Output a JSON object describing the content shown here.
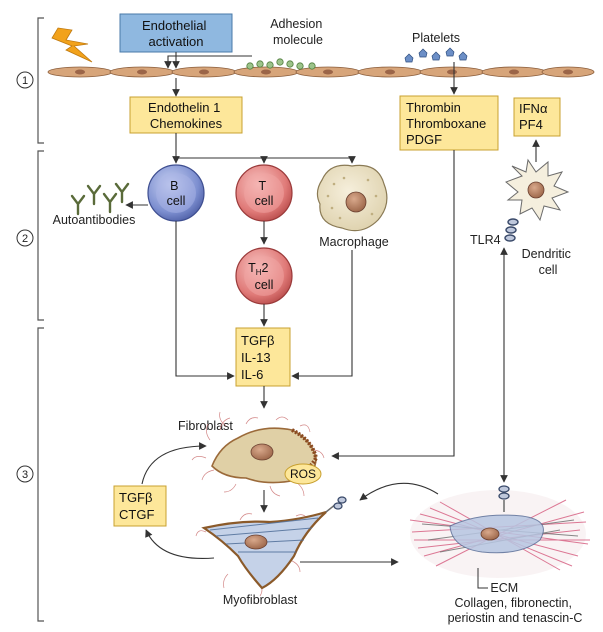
{
  "stage_numbers": [
    "1",
    "2",
    "3"
  ],
  "boxes": {
    "endothelial_activation": [
      "Endothelial",
      "activation"
    ],
    "endothelin": [
      "Endothelin 1",
      "Chemokines"
    ],
    "thrombin": [
      "Thrombin",
      "Thromboxane",
      "PDGF"
    ],
    "ifn": [
      "IFNα",
      "PF4"
    ],
    "cytokines": [
      "TGFβ",
      "IL-13",
      "IL-6"
    ],
    "tgfb_ctgf": [
      "TGFβ",
      "CTGF"
    ]
  },
  "labels": {
    "adhesion_molecule": [
      "Adhesion",
      "molecule"
    ],
    "platelets": "Platelets",
    "b_cell": [
      "B",
      "cell"
    ],
    "t_cell": [
      "T",
      "cell"
    ],
    "th2_cell": [
      "T",
      "H",
      "2",
      "cell"
    ],
    "macrophage": "Macrophage",
    "autoantibodies": "Autoantibodies",
    "tlr4": "TLR4",
    "dendritic_cell": [
      "Dendritic",
      "cell"
    ],
    "fibroblast": "Fibroblast",
    "ros": "ROS",
    "myofibroblast": "Myofibroblast",
    "ecm": [
      "ECM",
      "Collagen, fibronectin,",
      "periostin and tenascin-C"
    ]
  },
  "colors": {
    "box_fill": "#fde79a",
    "box_stroke": "#c8a030",
    "blue_box": "#8fb8e0",
    "bcell": "#7d8fd0",
    "tcell": "#e07a78",
    "endothelium": "#d7a57a",
    "platelet": "#6c8fc7",
    "bracket": "#555555",
    "arrow": "#333333"
  }
}
